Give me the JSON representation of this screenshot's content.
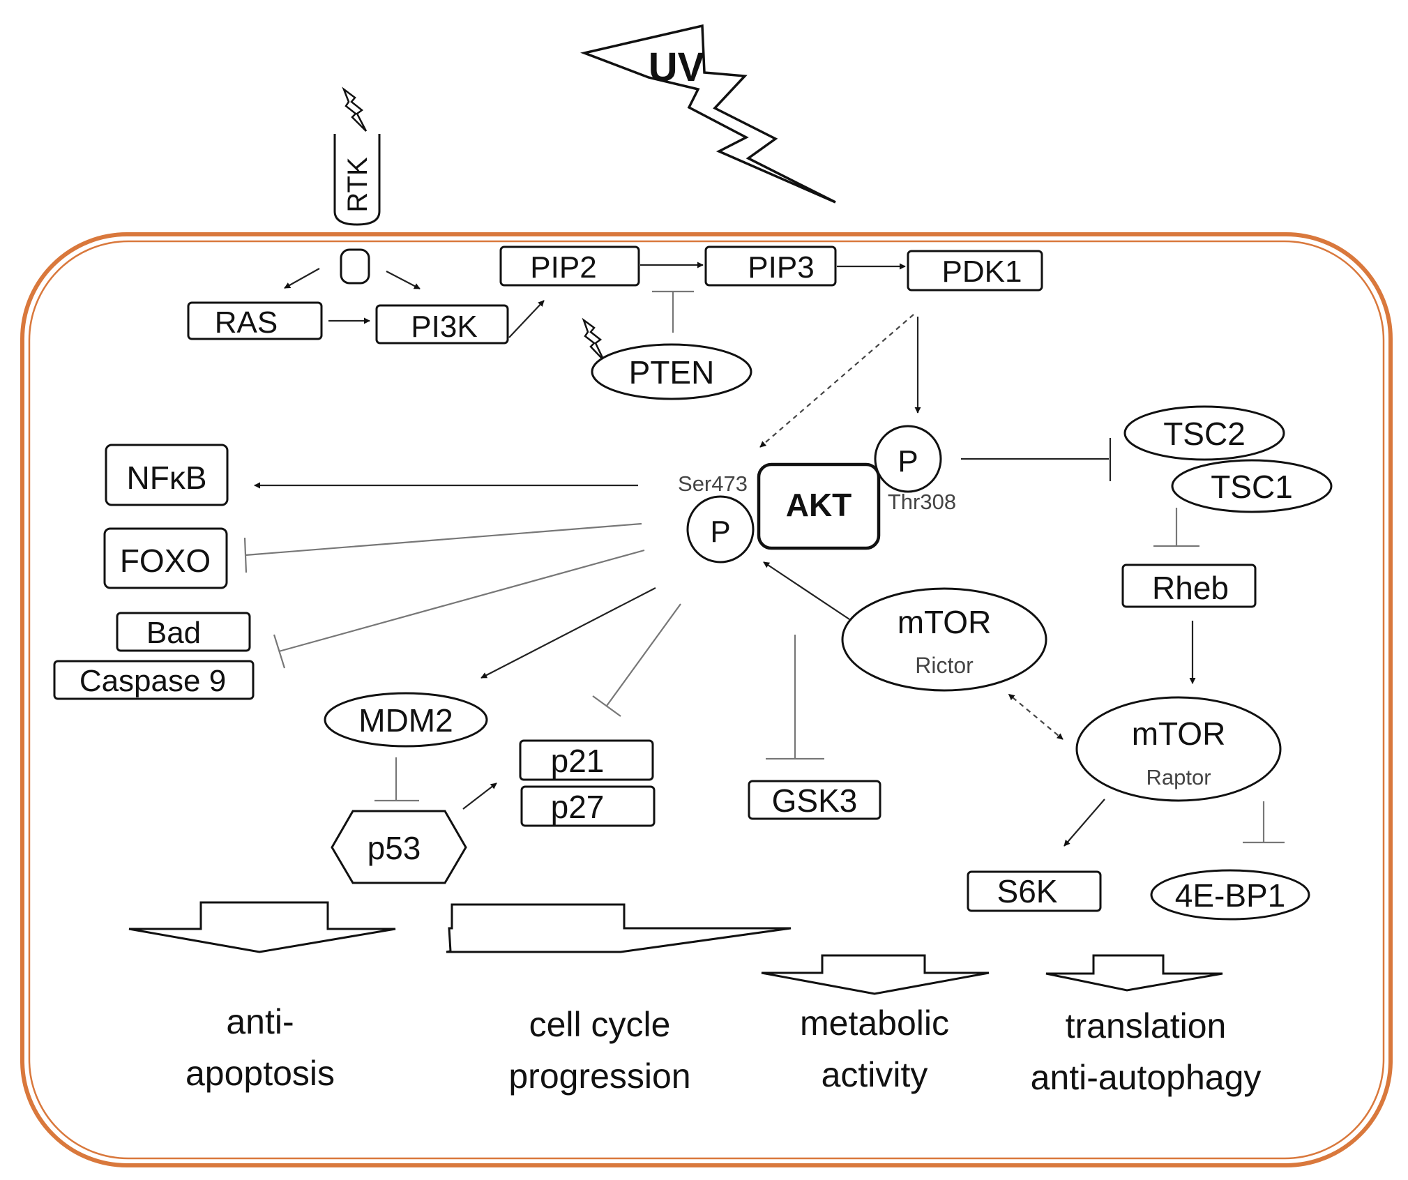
{
  "stimulus": {
    "uv": "UV"
  },
  "membrane": {
    "receptor": "RTK",
    "border_color": "#d9783c"
  },
  "upstream": {
    "ras": "RAS",
    "pi3k": "PI3K",
    "pip2": "PIP2",
    "pip3": "PIP3",
    "pdk1": "PDK1",
    "pten": "PTEN"
  },
  "akt": {
    "label": "AKT",
    "phospho": "P",
    "site_ser": "Ser473",
    "site_thr": "Thr308"
  },
  "effectors": {
    "nfkb": "NFκB",
    "foxo": "FOXO",
    "bad": "Bad",
    "caspase9": "Caspase 9",
    "mdm2": "MDM2",
    "p53": "p53",
    "p21": "p21",
    "p27": "p27",
    "gsk3": "GSK3"
  },
  "mtor_pathway": {
    "tsc2": "TSC2",
    "tsc1": "TSC1",
    "rheb": "Rheb",
    "mtorc2": {
      "name": "mTOR",
      "partner": "Rictor"
    },
    "mtorc1": {
      "name": "mTOR",
      "partner": "Raptor"
    },
    "s6k": "S6K",
    "eif4ebp1": "4E-BP1"
  },
  "outcomes": {
    "anti_apoptosis": {
      "line1": "anti-",
      "line2": "apoptosis"
    },
    "cell_cycle": {
      "line1": "cell cycle",
      "line2": "progression"
    },
    "metabolic": {
      "line1": "metabolic",
      "line2": "activity"
    },
    "translation": {
      "line1": "translation",
      "line2": "anti-autophagy"
    }
  }
}
